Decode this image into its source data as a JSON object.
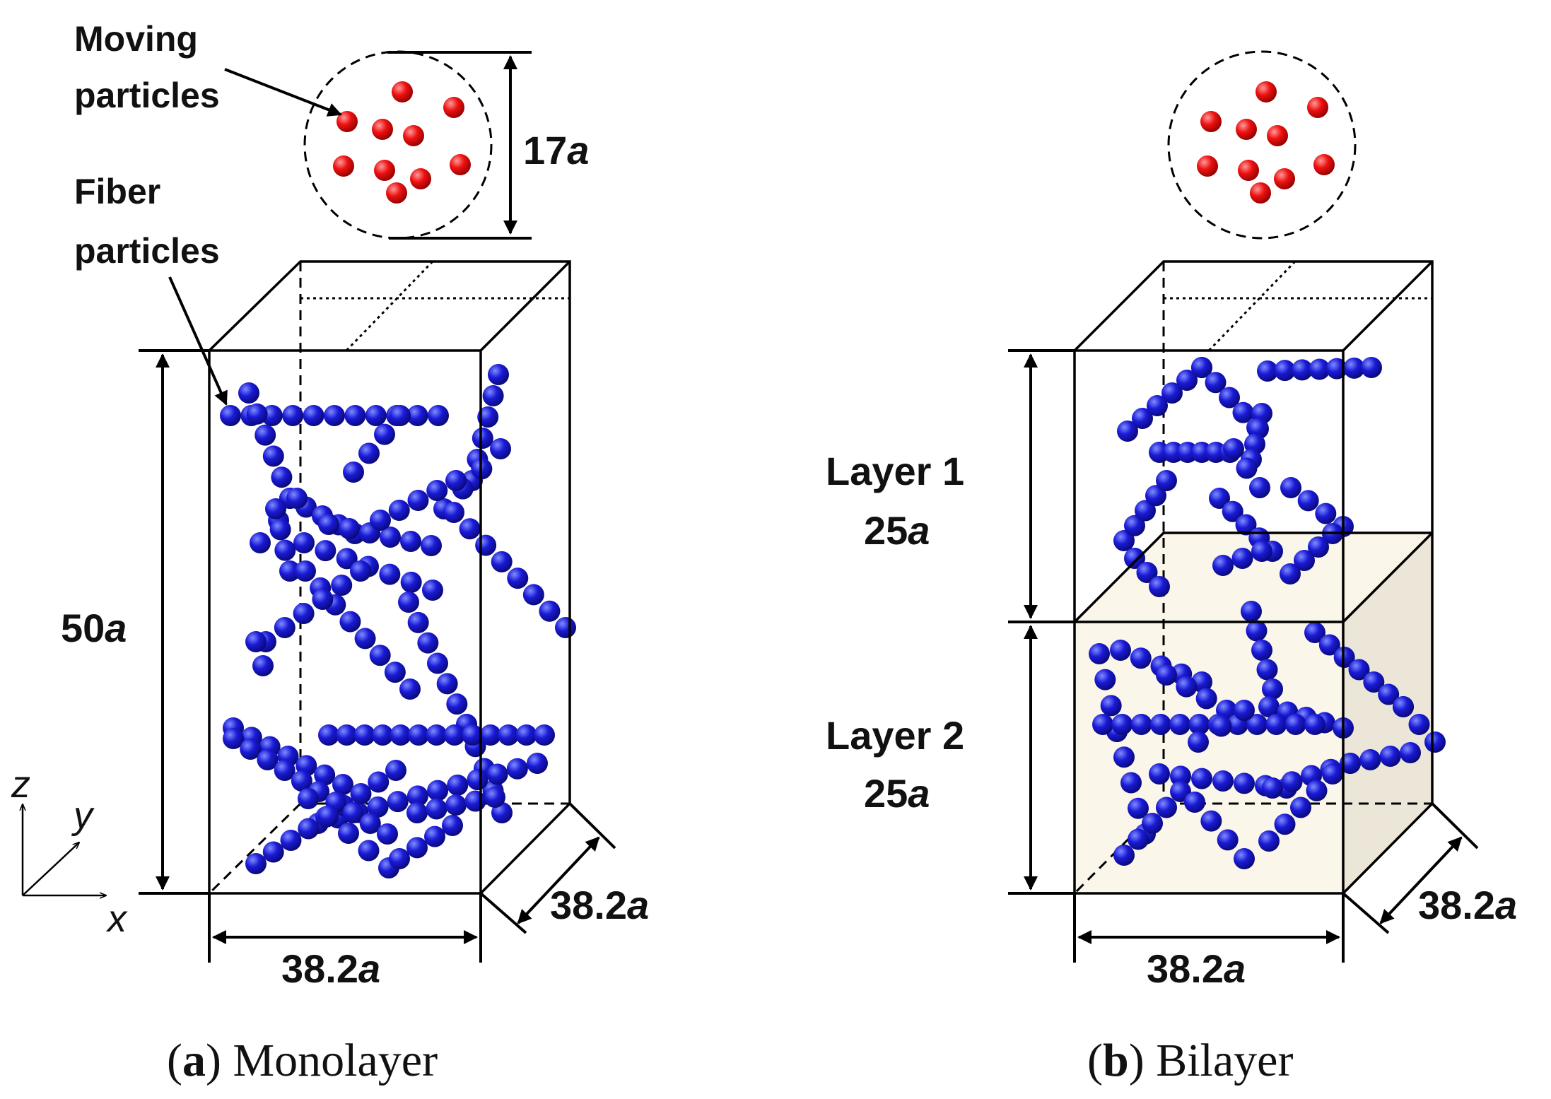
{
  "panel_a": {
    "moving_label": [
      "Moving",
      "particles"
    ],
    "fiber_label": [
      "Fiber",
      "particles"
    ],
    "diameter_num": "17",
    "diameter_unit": "a",
    "height_num": "50",
    "height_unit": "a",
    "width_num": "38.2",
    "width_unit": "a",
    "depth_num": "38.2",
    "depth_unit": "a",
    "axis_z": "z",
    "axis_y": "y",
    "axis_x": "x",
    "caption_letter": "a",
    "caption_text": " Monolayer"
  },
  "panel_b": {
    "layer1_label": "Layer 1",
    "layer1_num": "25",
    "layer1_unit": "a",
    "layer2_label": "Layer 2",
    "layer2_num": "25",
    "layer2_unit": "a",
    "width_num": "38.2",
    "width_unit": "a",
    "depth_num": "38.2",
    "depth_unit": "a",
    "caption_letter": "b",
    "caption_text": " Bilayer"
  },
  "colors": {
    "moving_particle": "#ee1111",
    "fiber_particle": "#1414cc",
    "layer2_fill": "#fbf6ea",
    "layer2_side": "#ece6d8"
  }
}
